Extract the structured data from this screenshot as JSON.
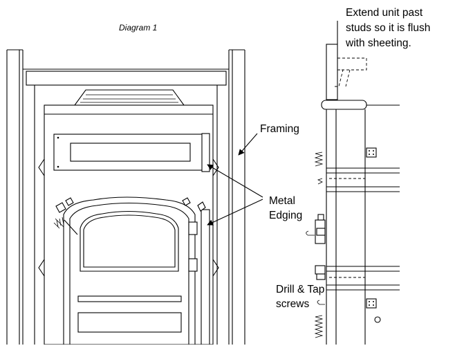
{
  "diagram": {
    "title": "Diagram 1",
    "labels": {
      "extend_line1": "Extend unit past",
      "extend_line2": "studs so it is flush",
      "extend_line3": "with sheeting.",
      "framing": "Framing",
      "metal_line1": "Metal",
      "metal_line2": "Edging",
      "drill_line1": "Drill & Tap",
      "drill_line2": "screws"
    }
  }
}
